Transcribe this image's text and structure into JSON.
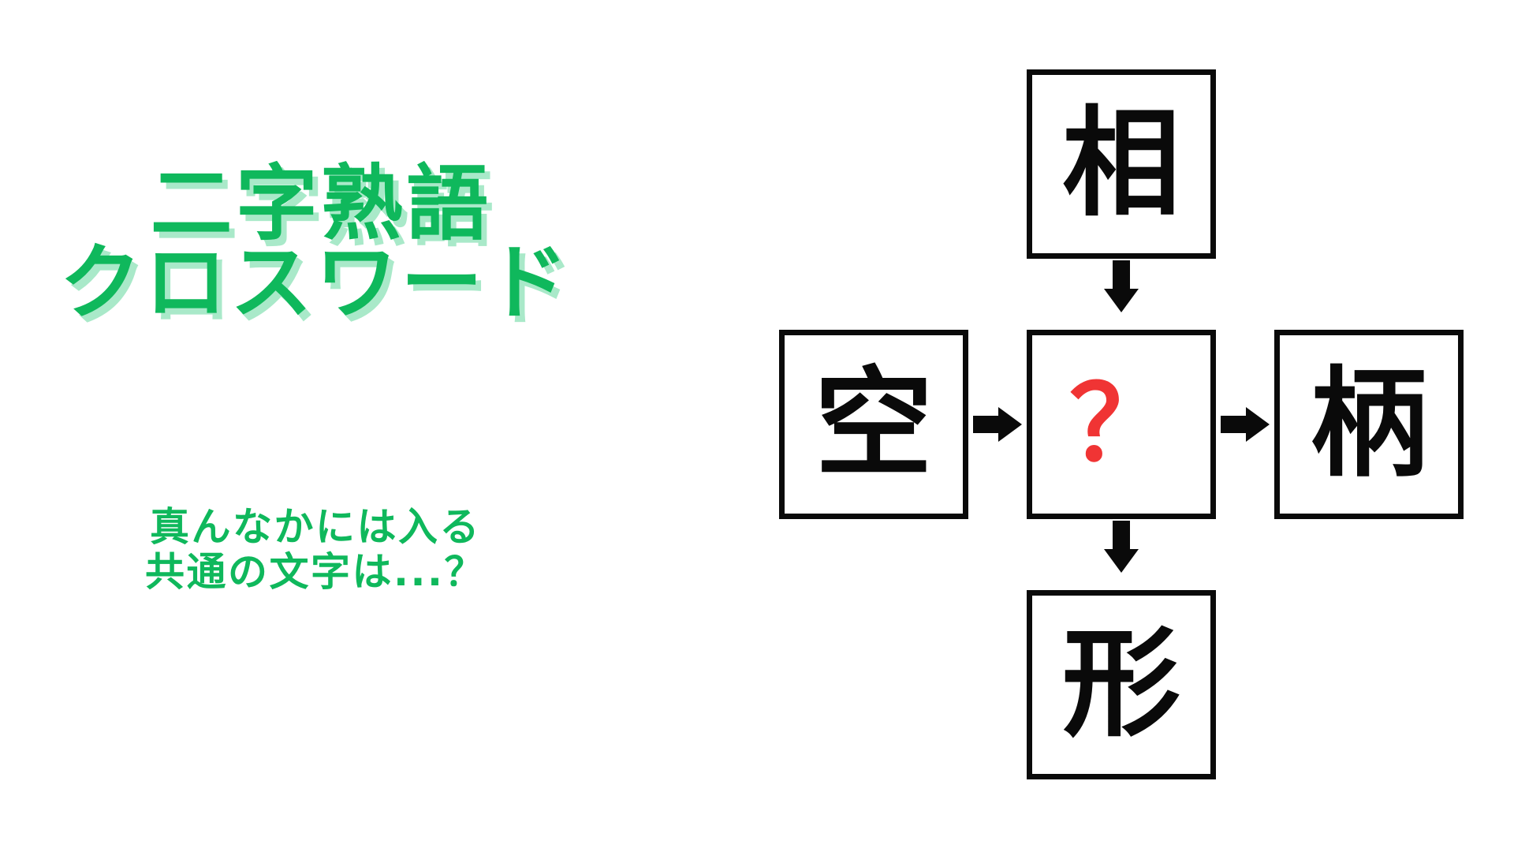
{
  "title": {
    "line1": "二字熟語",
    "line2": "クロスワード",
    "color": "#0FB85C",
    "shadow_color": "#A9E9C9"
  },
  "subtitle": {
    "line1": "真んなかには入る",
    "line2": "共通の文字は...？",
    "color": "#0FB85C"
  },
  "puzzle": {
    "type": "kanji-crossword",
    "unknown_symbol": "？",
    "unknown_color": "#F03434",
    "box_border_color": "#0A0A0A",
    "cells": {
      "top": "相",
      "left": "空",
      "center": "？",
      "right": "柄",
      "bottom": "形"
    },
    "arrows": [
      {
        "name": "top-to-center",
        "direction": "down"
      },
      {
        "name": "left-to-center",
        "direction": "right"
      },
      {
        "name": "center-to-right",
        "direction": "right"
      },
      {
        "name": "center-to-bottom",
        "direction": "down"
      }
    ]
  },
  "background_color": "#FFFFFF"
}
